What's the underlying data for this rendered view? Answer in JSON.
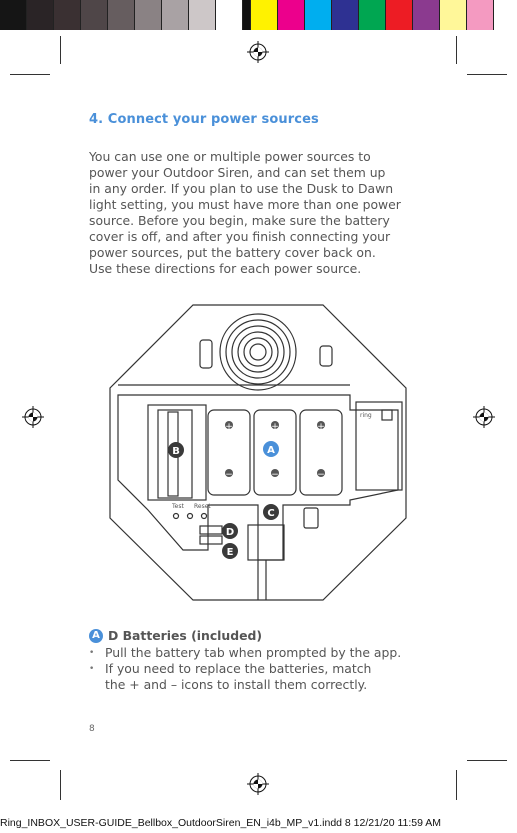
{
  "colors": {
    "swatches": [
      "#151515",
      "#2a2426",
      "#3a3032",
      "#4f4648",
      "#665d5f",
      "#8a8284",
      "#a9a2a4",
      "#cdc7c8",
      "#ffffff",
      "#111111",
      "#fff200",
      "#ec008c",
      "#00aeef",
      "#2e3192",
      "#00a651",
      "#ed1c24",
      "#8b3a8f",
      "#fff799",
      "#f49ac1"
    ],
    "accent": "#4a90d9"
  },
  "section": {
    "heading": "4. Connect your power sources",
    "body_lines": [
      "You can use one or multiple power sources to",
      "power your Outdoor Siren, and can set them up",
      "in any order. If you plan to use the Dusk to Dawn",
      "light setting, you must have more than one power",
      "source. Before you begin, make sure the battery",
      "cover is off, and after you finish connecting your",
      "power sources, put the battery cover back on.",
      "Use these directions for each power source."
    ]
  },
  "illustration": {
    "labels": {
      "a": "A",
      "b": "B",
      "c": "C",
      "d": "D",
      "e": "E"
    },
    "brand": "ring",
    "test_label": "Test",
    "reset_label": "Reset",
    "plus": "+",
    "minus": "−"
  },
  "caption": {
    "badge": "A",
    "title": "D Batteries (included)",
    "bullets": [
      "Pull the battery tab when prompted by the app.",
      "If you need to replace the batteries, match\nthe + and – icons to install them correctly."
    ]
  },
  "page_number": "8",
  "slug": "Ring_INBOX_USER-GUIDE_Bellbox_OutdoorSiren_EN_i4b_MP_v1.indd   8 12/21/20   11:59 AM"
}
